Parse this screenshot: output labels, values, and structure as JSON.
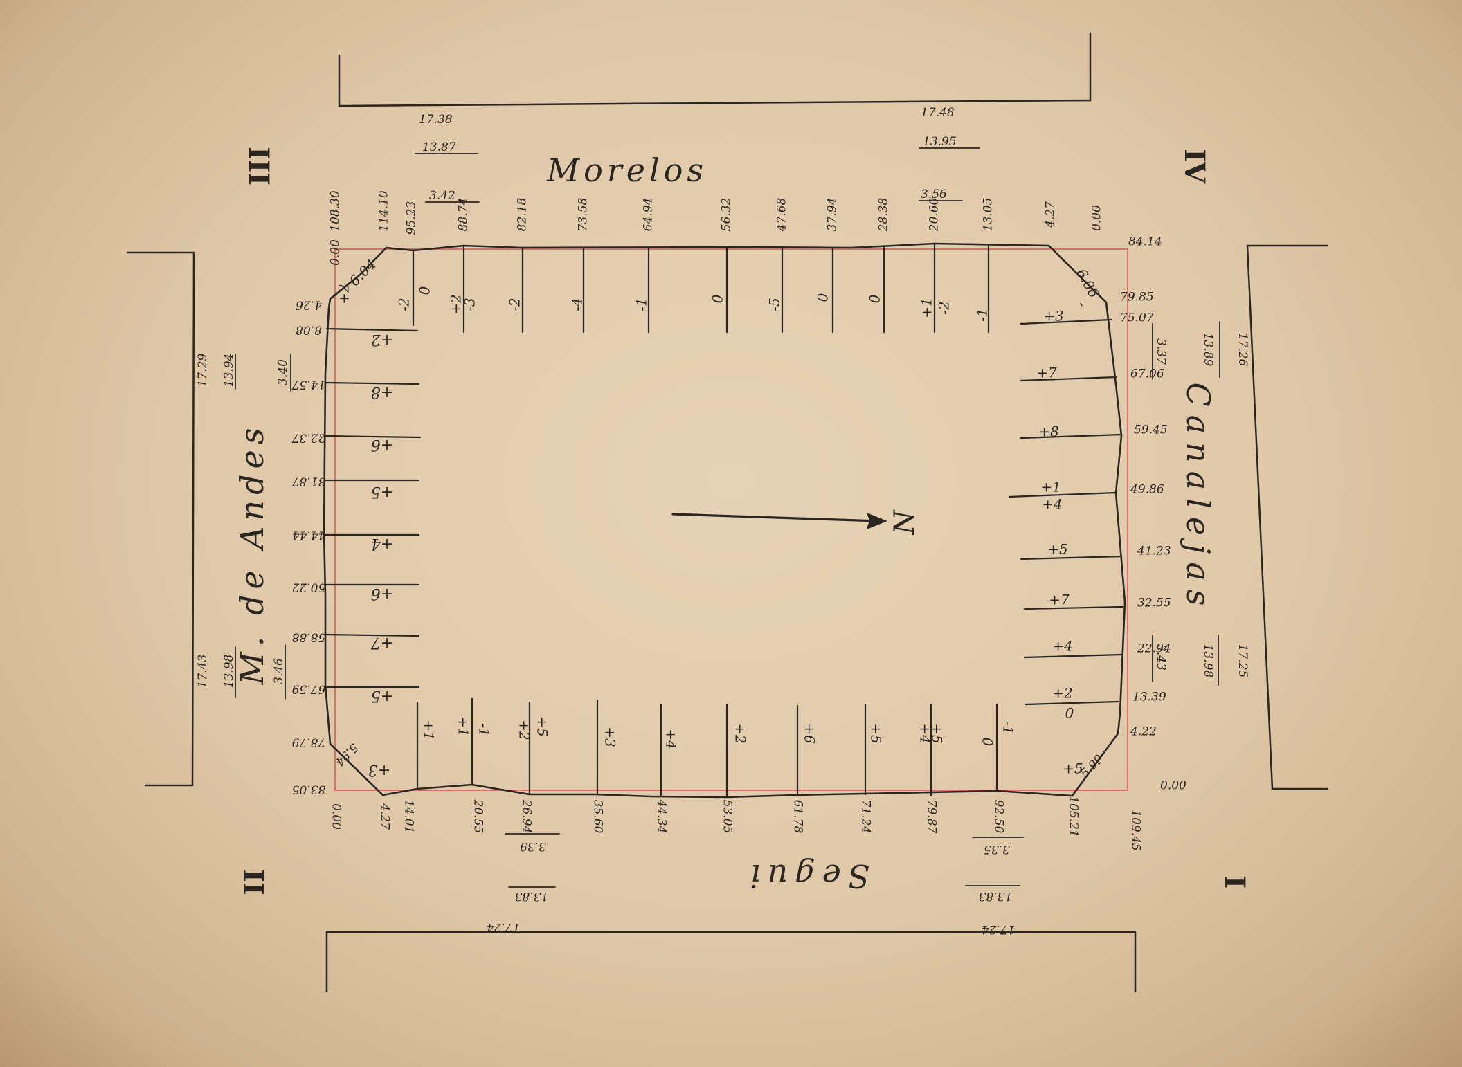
{
  "streets": {
    "north": "Morelos",
    "west": "M. de Andes",
    "east": "Canalejas",
    "south": "Segui"
  },
  "corners": {
    "top_left": "III",
    "top_right": "IV",
    "bottom_left": "II",
    "bottom_right": "I"
  },
  "north_arrow": "N",
  "top_widths": {
    "left": {
      "total": "17.38",
      "road": "13.87",
      "walk": "3.42"
    },
    "right": {
      "total": "17.48",
      "road": "13.95",
      "walk": "3.56"
    }
  },
  "left_widths": {
    "upper": [
      "17.29",
      "13.94",
      "3.40"
    ],
    "lower": [
      "17.43",
      "13.98",
      "3.46"
    ]
  },
  "right_widths": {
    "upper": [
      "17.26",
      "13.89",
      "3.37"
    ],
    "lower": [
      "17.25",
      "13.98",
      "3.43"
    ]
  },
  "bottom_widths": {
    "left": [
      "17.24",
      "13.83",
      "3.39"
    ],
    "right": [
      "17.24",
      "13.83",
      "3.35"
    ]
  },
  "top_stations": [
    "0.00",
    "108.30",
    "114.10",
    "95.23",
    "88.74",
    "82.18",
    "73.58",
    "64.94",
    "56.32",
    "47.68",
    "37.94",
    "28.38",
    "20.60",
    "13.05",
    "4.27",
    "0.00",
    "84.14"
  ],
  "top_offsets": [
    "6.04",
    "+2",
    "-2",
    "0",
    "+2",
    "-3",
    "-2",
    "-4",
    "-1",
    "0",
    "-5",
    "0",
    "0",
    "+1",
    "-2",
    "-1",
    "6.06",
    "-"
  ],
  "left_stations": [
    "4.26",
    "8.08",
    "14.57",
    "22.37",
    "31.87",
    "44.44",
    "50.22",
    "58.88",
    "67.59",
    "78.79",
    "83.05"
  ],
  "left_offsets": [
    "+2",
    "+8",
    "+6",
    "+5",
    "+4",
    "+6",
    "+7",
    "+5",
    "5.94",
    "+3"
  ],
  "right_stations": [
    "79.85",
    "75.07",
    "67.06",
    "59.45",
    "49.86",
    "41.23",
    "32.55",
    "22.94",
    "13.39",
    "4.22",
    "0.00",
    "109.45"
  ],
  "right_offsets": [
    "+3",
    "+7",
    "+8",
    "+1",
    "+4",
    "+5",
    "+7",
    "+4",
    "+2",
    "0",
    "5.99",
    "+5"
  ],
  "bottom_stations": [
    "0.00",
    "4.27",
    "14.01",
    "20.55",
    "26.94",
    "35.60",
    "44.34",
    "53.05",
    "61.78",
    "71.24",
    "79.87",
    "92.50",
    "105.21"
  ],
  "bottom_offsets": [
    "+1",
    "+1",
    "-1",
    "+5",
    "+2",
    "+3",
    "+4",
    "+2",
    "+6",
    "+5",
    "+5",
    "+4",
    "0",
    "-1"
  ],
  "colors": {
    "paper": "#e2ccac",
    "ink": "#2b2620",
    "red_line": "#d9706a"
  }
}
